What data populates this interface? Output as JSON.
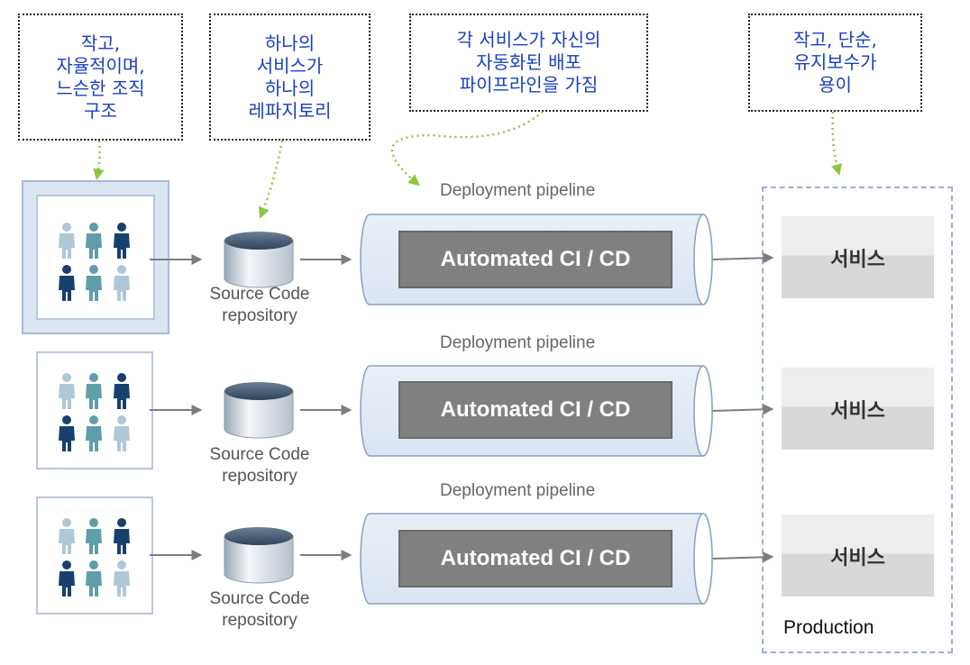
{
  "callouts": [
    "작고,\n자율적이며,\n느슨한 조직\n구조",
    "하나의\n서비스가\n하나의\n레파지토리",
    "각 서비스가 자신의\n자동화된 배포\n파이프라인을 가짐",
    "작고, 단순,\n유지보수가\n용이"
  ],
  "rows": [
    {
      "repo_label": "Source Code\nrepository",
      "pipeline_label": "Deployment pipeline",
      "ci_label": "Automated CI / CD",
      "service_label": "서비스"
    },
    {
      "repo_label": "Source Code\nrepository",
      "pipeline_label": "Deployment pipeline",
      "ci_label": "Automated CI / CD",
      "service_label": "서비스"
    },
    {
      "repo_label": "Source Code\nrepository",
      "pipeline_label": "Deployment pipeline",
      "ci_label": "Automated CI / CD",
      "service_label": "서비스"
    }
  ],
  "production_label": "Production",
  "colors": {
    "callout_text": "#1a3fc0",
    "arrow_green": "#8cc63f",
    "person_light": "#aec8d6",
    "person_teal": "#5f9ea8",
    "person_dark": "#17406e"
  }
}
